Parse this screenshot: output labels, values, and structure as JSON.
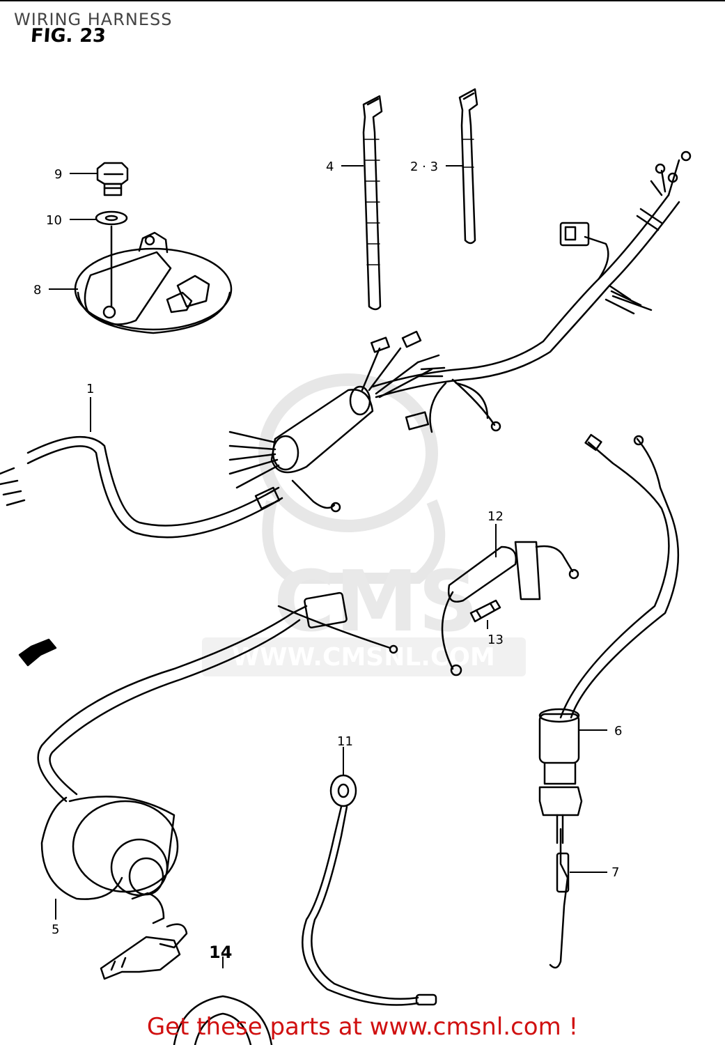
{
  "header": {
    "title": "WIRING HARNESS",
    "figure": "FIG. 23"
  },
  "callouts": [
    {
      "id": "c1",
      "text": "1"
    },
    {
      "id": "c23",
      "text": "2 · 3"
    },
    {
      "id": "c4",
      "text": "4"
    },
    {
      "id": "c5",
      "text": "5"
    },
    {
      "id": "c6",
      "text": "6"
    },
    {
      "id": "c7",
      "text": "7"
    },
    {
      "id": "c8",
      "text": "8"
    },
    {
      "id": "c9",
      "text": "9"
    },
    {
      "id": "c10",
      "text": "10"
    },
    {
      "id": "c11",
      "text": "11"
    },
    {
      "id": "c12",
      "text": "12"
    },
    {
      "id": "c13",
      "text": "13"
    },
    {
      "id": "c14",
      "text": "14"
    }
  ],
  "watermark": {
    "logo_text": "CMS",
    "url": "WWW.CMSNL.COM"
  },
  "footer": {
    "link_text": "Get these parts at www.cmsnl.com !"
  },
  "colors": {
    "line": "#000000",
    "watermark": "#dcdcdc",
    "link": "#d01010"
  }
}
